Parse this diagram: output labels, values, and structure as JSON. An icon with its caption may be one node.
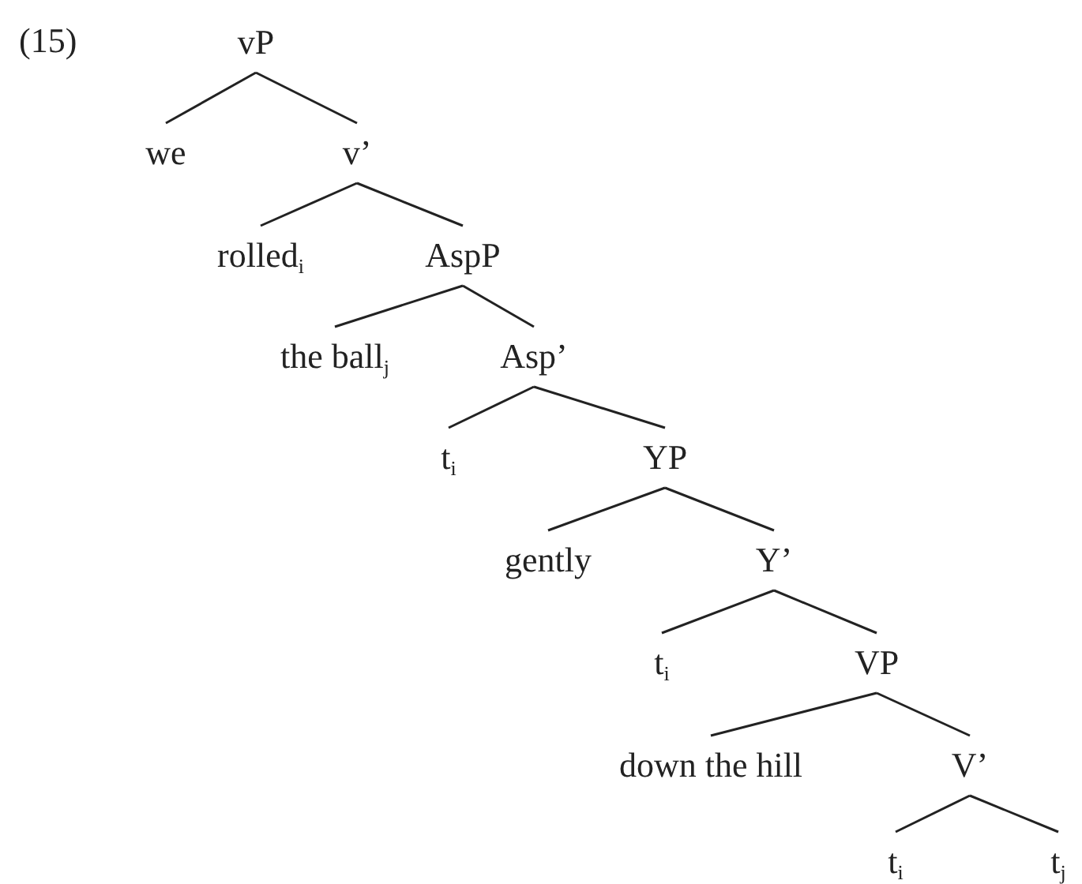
{
  "diagram": {
    "nodes": [
      {
        "text": [
          "vP"
        ]
      },
      {
        "text": [
          "we"
        ]
      },
      {
        "text": [
          "v’"
        ]
      },
      {
        "text": [
          "rolled$_{i}$"
        ]
      },
      {
        "text": [
          "AspP"
        ]
      },
      {
        "text": [
          "the ball$_{j}$"
        ]
      },
      {
        "text": [
          "Asp’"
        ]
      },
      {
        "text": [
          "t$_{i}$"
        ]
      },
      {
        "text": [
          "YP"
        ]
      },
      {
        "text": [
          "gently"
        ]
      },
      {
        "text": [
          "Y’"
        ]
      },
      {
        "text": [
          "t$_{i}$"
        ]
      },
      {
        "text": [
          "VP"
        ]
      },
      {
        "text": [
          "down the hill"
        ]
      },
      {
        "text": [
          "V’"
        ]
      },
      {
        "text": [
          "t$_{i}$"
        ]
      },
      {
        "text": [
          "t$_{j}$"
        ]
      }
    ],
    "edges": [
      {
        "from": 0,
        "to": 1,
        "arrow": "none"
      },
      {
        "from": 0,
        "to": 2,
        "arrow": "none"
      },
      {
        "from": 2,
        "to": 3,
        "arrow": "none"
      },
      {
        "from": 2,
        "to": 4,
        "arrow": "none"
      },
      {
        "from": 4,
        "to": 5,
        "arrow": "none"
      },
      {
        "from": 4,
        "to": 6,
        "arrow": "none"
      },
      {
        "from": 6,
        "to": 7,
        "arrow": "none"
      },
      {
        "from": 6,
        "to": 8,
        "arrow": "none"
      },
      {
        "from": 8,
        "to": 9,
        "arrow": "none"
      },
      {
        "from": 8,
        "to": 10,
        "arrow": "none"
      },
      {
        "from": 10,
        "to": 11,
        "arrow": "none"
      },
      {
        "from": 10,
        "to": 12,
        "arrow": "none"
      },
      {
        "from": 12,
        "to": 13,
        "arrow": "none"
      },
      {
        "from": 12,
        "to": 14,
        "arrow": "none"
      },
      {
        "from": 14,
        "to": 15,
        "arrow": "none"
      },
      {
        "from": 14,
        "to": 16,
        "arrow": "none"
      }
    ],
    "labels": [
      "(15)"
    ]
  }
}
